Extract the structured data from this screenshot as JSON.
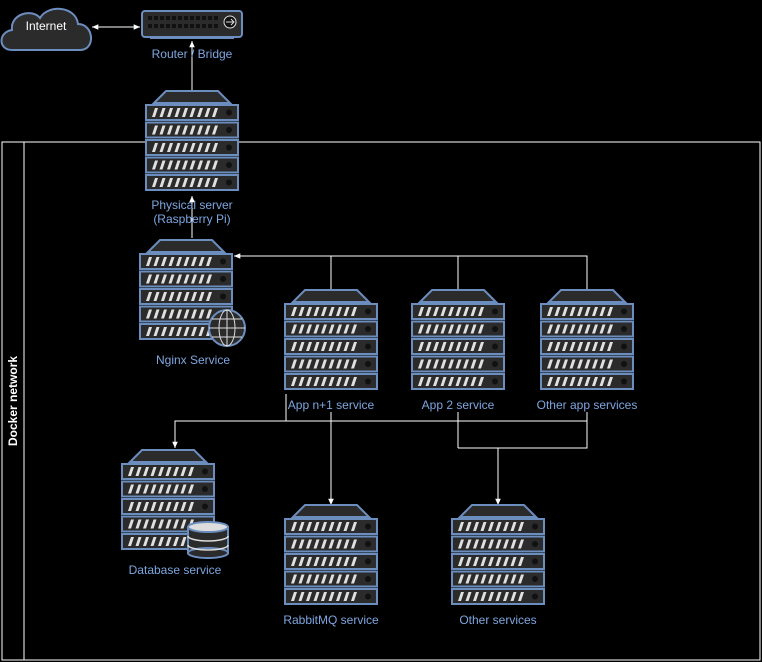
{
  "diagram": {
    "title": "",
    "container_label": "Docker network",
    "nodes": [
      {
        "id": "internet",
        "label": "Internet",
        "icon": "cloud-icon"
      },
      {
        "id": "router",
        "label": "Router / Bridge",
        "icon": "router-icon"
      },
      {
        "id": "physical",
        "label": "Physical server",
        "label2": "(Raspberry Pi)",
        "icon": "server-icon"
      },
      {
        "id": "nginx",
        "label": "Nginx Service",
        "icon": "server-icon"
      },
      {
        "id": "app_n1",
        "label": "App n+1 service",
        "icon": "server-icon"
      },
      {
        "id": "app2",
        "label": "App 2 service",
        "icon": "server-icon"
      },
      {
        "id": "other_apps",
        "label": "Other app services",
        "icon": "server-icon"
      },
      {
        "id": "database",
        "label": "Database service",
        "icon": "server-icon"
      },
      {
        "id": "rabbitmq",
        "label": "RabbitMQ service",
        "icon": "server-icon"
      },
      {
        "id": "other",
        "label": "Other services",
        "icon": "server-icon"
      }
    ],
    "edges": [
      {
        "from": "internet",
        "to": "router",
        "direction": "both"
      },
      {
        "from": "physical",
        "to": "router",
        "direction": "forward"
      },
      {
        "from": "nginx",
        "to": "physical",
        "direction": "forward"
      },
      {
        "from": "app_n1",
        "to": "nginx",
        "direction": "forward"
      },
      {
        "from": "app2",
        "to": "nginx",
        "direction": "forward"
      },
      {
        "from": "other_apps",
        "to": "nginx",
        "direction": "forward"
      },
      {
        "from": "app_n1",
        "to": "database",
        "direction": "forward"
      },
      {
        "from": "app2",
        "to": "database",
        "direction": "forward"
      },
      {
        "from": "other_apps",
        "to": "database",
        "direction": "forward"
      },
      {
        "from": "app_n1",
        "to": "rabbitmq",
        "direction": "forward"
      },
      {
        "from": "app2",
        "to": "other",
        "direction": "forward"
      },
      {
        "from": "other_apps",
        "to": "other",
        "direction": "forward"
      }
    ],
    "colors": {
      "background": "#000000",
      "line": "#ffffff",
      "server_fill": "#2b2b2b",
      "server_stroke": "#6c8ebf",
      "label": "#7ea6e0",
      "cloud_fill": "#2b2b2b",
      "cloud_stroke": "#6c8ebf"
    }
  }
}
